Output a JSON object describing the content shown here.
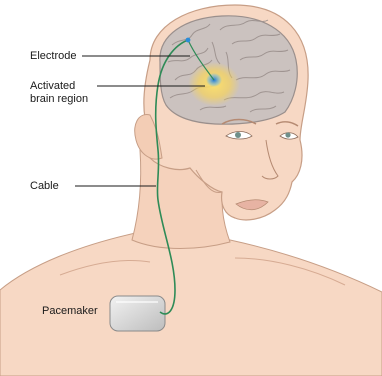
{
  "labels": {
    "electrode": "Electrode",
    "activated_line1": "Activated",
    "activated_line2": "brain region",
    "cable": "Cable",
    "pacemaker": "Pacemaker"
  },
  "colors": {
    "skin": "#f7d8c4",
    "skin_outline": "#c79e86",
    "brain": "#c9c0bd",
    "brain_outline": "#9a8f8c",
    "activation_glow": "#f3d25a",
    "electrode_tip": "#2a8cd8",
    "cable": "#2e8b57",
    "pacemaker_body": "#d8d8d8",
    "pacemaker_outline": "#8a8a8a",
    "leader_line": "#1a1a1a"
  }
}
